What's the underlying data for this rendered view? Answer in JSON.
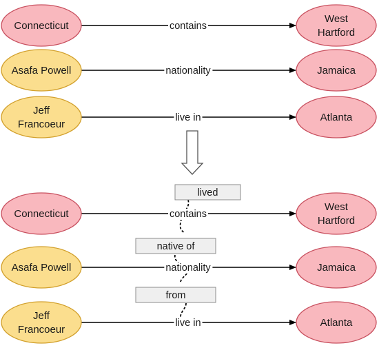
{
  "colors": {
    "red_fill": "#F9B8BE",
    "red_stroke": "#C8505F",
    "yellow_fill": "#FBDE8E",
    "yellow_stroke": "#D2A02C",
    "box_fill": "#EFEFEF",
    "box_stroke": "#8C8C8C"
  },
  "top_panel": {
    "rows": [
      {
        "subject": [
          "Connecticut"
        ],
        "relation": "contains",
        "object": [
          "West",
          "Hartford"
        ],
        "subject_color": "red"
      },
      {
        "subject": [
          "Asafa Powell"
        ],
        "relation": "nationality",
        "object": [
          "Jamaica"
        ],
        "subject_color": "yellow"
      },
      {
        "subject": [
          "Jeff",
          "Francoeur"
        ],
        "relation": "live in",
        "object": [
          "Atlanta"
        ],
        "subject_color": "yellow"
      }
    ]
  },
  "bottom_panel": {
    "rows": [
      {
        "subject": [
          "Connecticut"
        ],
        "relation": "contains",
        "object": [
          "West",
          "Hartford"
        ],
        "subject_color": "red"
      },
      {
        "subject": [
          "Asafa Powell"
        ],
        "relation": "nationality",
        "object": [
          "Jamaica"
        ],
        "subject_color": "yellow"
      },
      {
        "subject": [
          "Jeff",
          "Francoeur"
        ],
        "relation": "live in",
        "object": [
          "Atlanta"
        ],
        "subject_color": "yellow"
      }
    ],
    "text_boxes": [
      "lived",
      "native of",
      "from"
    ]
  }
}
